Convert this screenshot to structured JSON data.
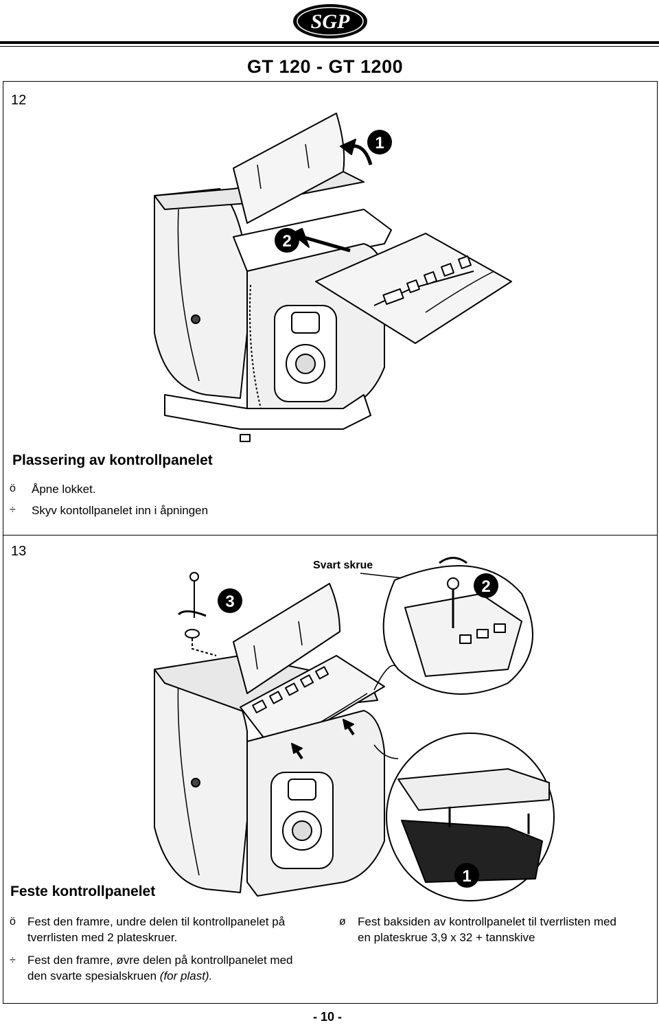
{
  "header": {
    "logo_text": "SGP",
    "document_title": "GT 120 - GT 1200"
  },
  "section12": {
    "number": "12",
    "illustration_callouts": [
      "1",
      "2"
    ],
    "heading": "Plassering av kontrollpanelet",
    "steps": [
      {
        "bullet": "ö",
        "text": "Åpne lokket."
      },
      {
        "bullet": "÷",
        "text": "Skyv kontollpanelet inn i åpningen"
      }
    ]
  },
  "section13": {
    "number": "13",
    "callout_label": "Svart skrue",
    "illustration_callouts": [
      "1",
      "2",
      "3"
    ],
    "heading": "Feste kontrollpanelet",
    "steps": [
      {
        "bullet": "ö",
        "line1": "Fest den framre, undre delen til kontrollpanelet på",
        "line2": "tverrlisten med 2 plateskruer."
      },
      {
        "bullet": "÷",
        "line1": "Fest den framre, øvre delen på kontrollpanelet med",
        "line2": "den svarte spesialskruen",
        "line2_italic": "(for plast)."
      },
      {
        "bullet": "ø",
        "line1": "Fest baksiden av kontrollpanelet til tverrlisten med",
        "line2": "en plateskrue 3,9 x 32 + tannskive"
      }
    ]
  },
  "footer": {
    "page_number": "- 10 -"
  }
}
